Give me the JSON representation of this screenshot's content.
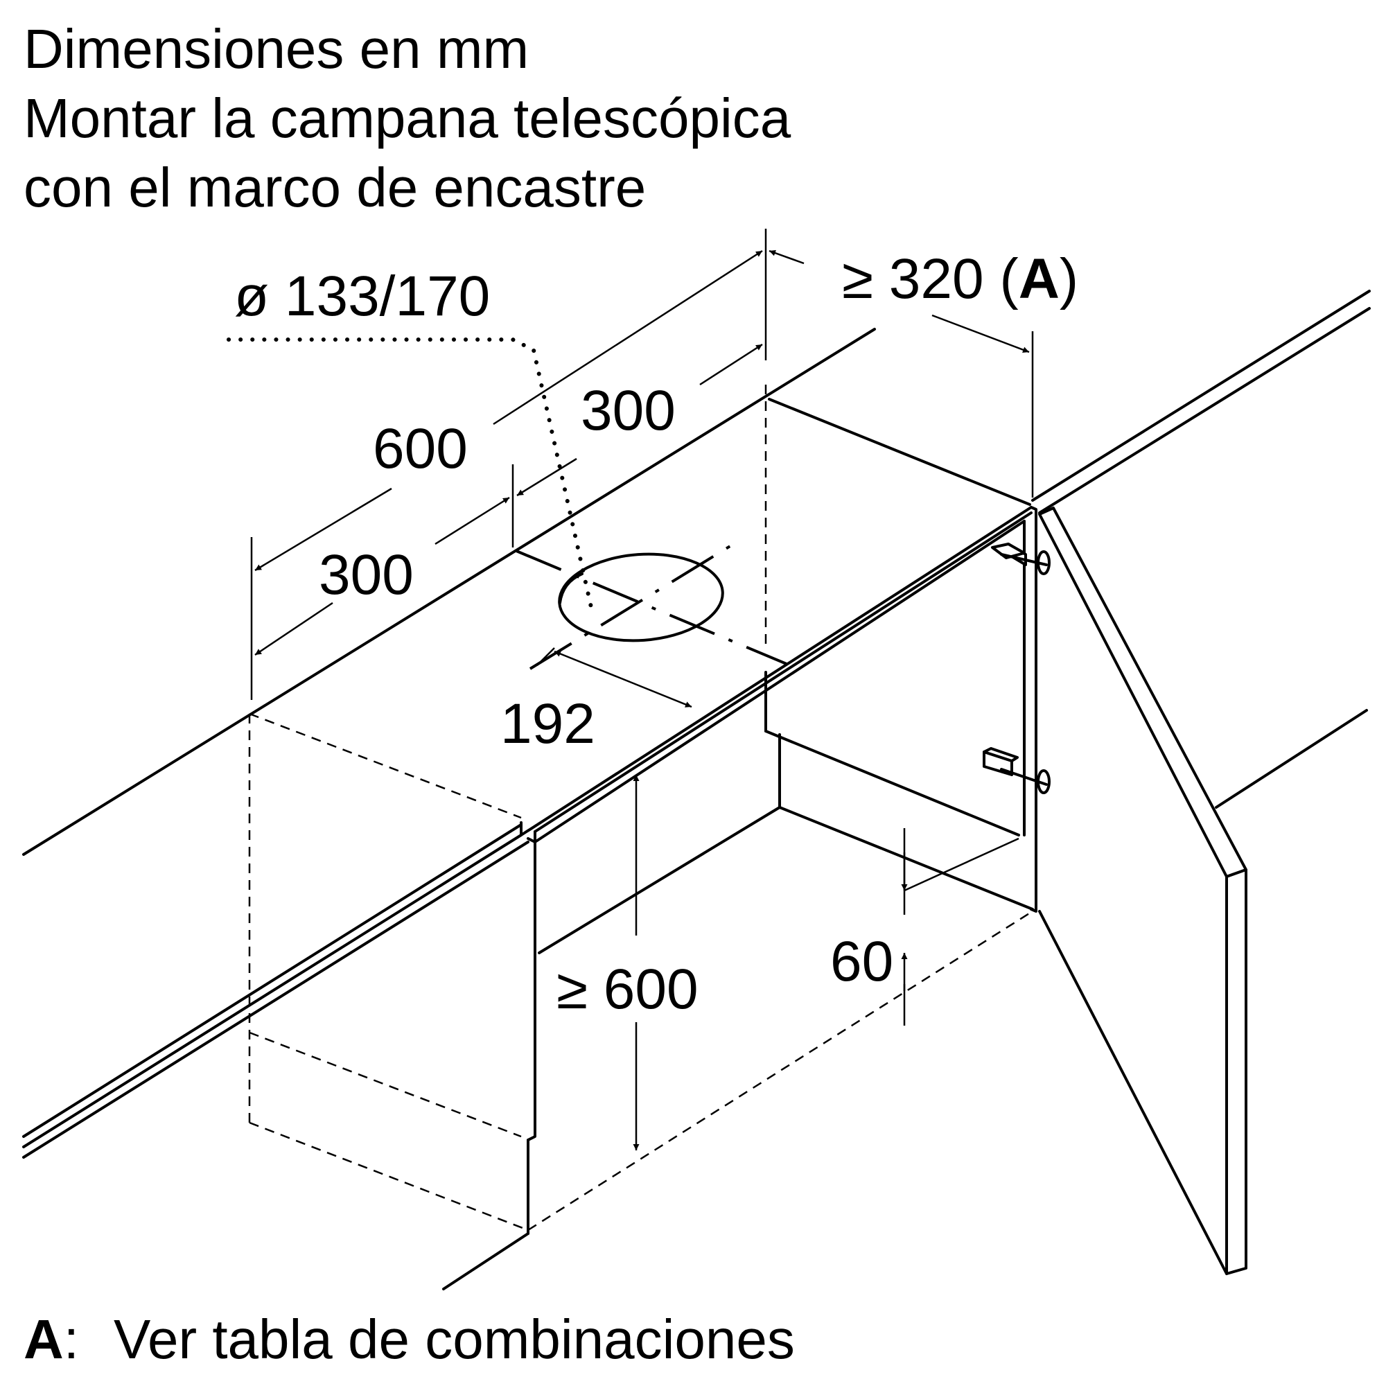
{
  "title": {
    "line1": "Dimensiones en mm",
    "line2": "Montar la campana telescópica",
    "line3": "con el marco de encastre"
  },
  "dimensions": {
    "diameter": "ø 133/170",
    "depth_600": "600",
    "depth_300_left": "300",
    "depth_300_right": "300",
    "offset_192": "192",
    "clearance_320_prefix": "≥ 320 (",
    "clearance_320_ref": "A",
    "clearance_320_suffix": ")",
    "height_600": "≥ 600",
    "frame_60": "60"
  },
  "legend": {
    "key": "A",
    "separator": ":",
    "text": "Ver tabla de combinaciones"
  }
}
